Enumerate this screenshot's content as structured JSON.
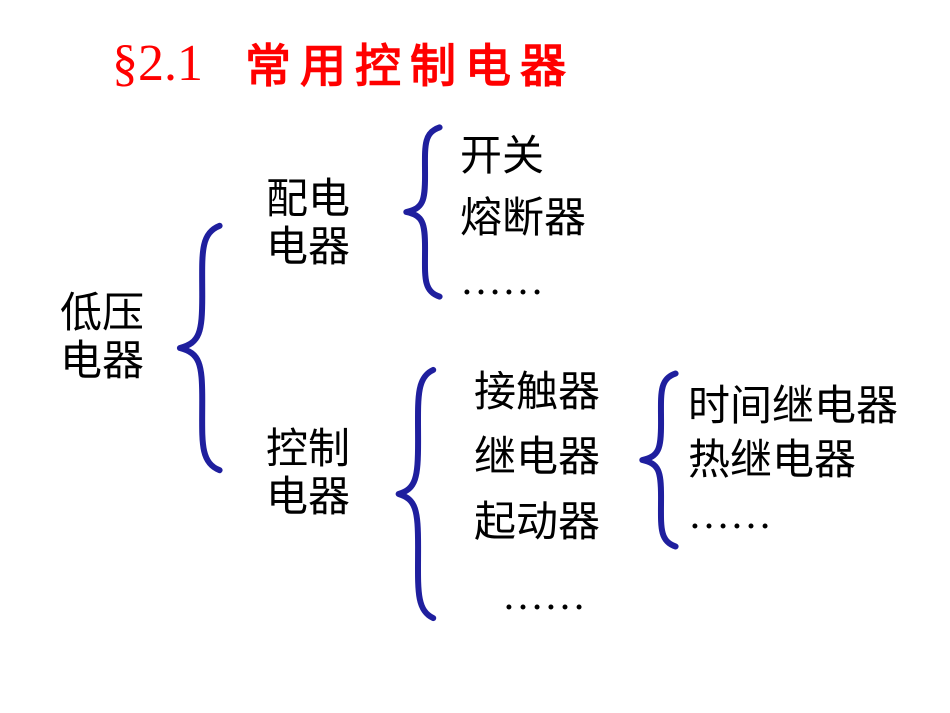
{
  "title": {
    "section": "§2.1",
    "text": "常用控制电器"
  },
  "tree": {
    "root": {
      "line1": "低压",
      "line2": "电器"
    },
    "branches": [
      {
        "label": {
          "line1": "配电",
          "line2": "电器"
        },
        "children": [
          "开关",
          "熔断器",
          "……"
        ]
      },
      {
        "label": {
          "line1": "控制",
          "line2": "电器"
        },
        "children": [
          "接触器",
          "继电器",
          "起动器",
          "……"
        ],
        "sub": {
          "parent": "继电器",
          "children": [
            "时间继电器",
            "热继电器",
            "……"
          ]
        }
      }
    ]
  },
  "colors": {
    "title_red": "#ff0000",
    "brace_blue": "#1f1f9e",
    "text_black": "#000000",
    "background": "#ffffff"
  }
}
